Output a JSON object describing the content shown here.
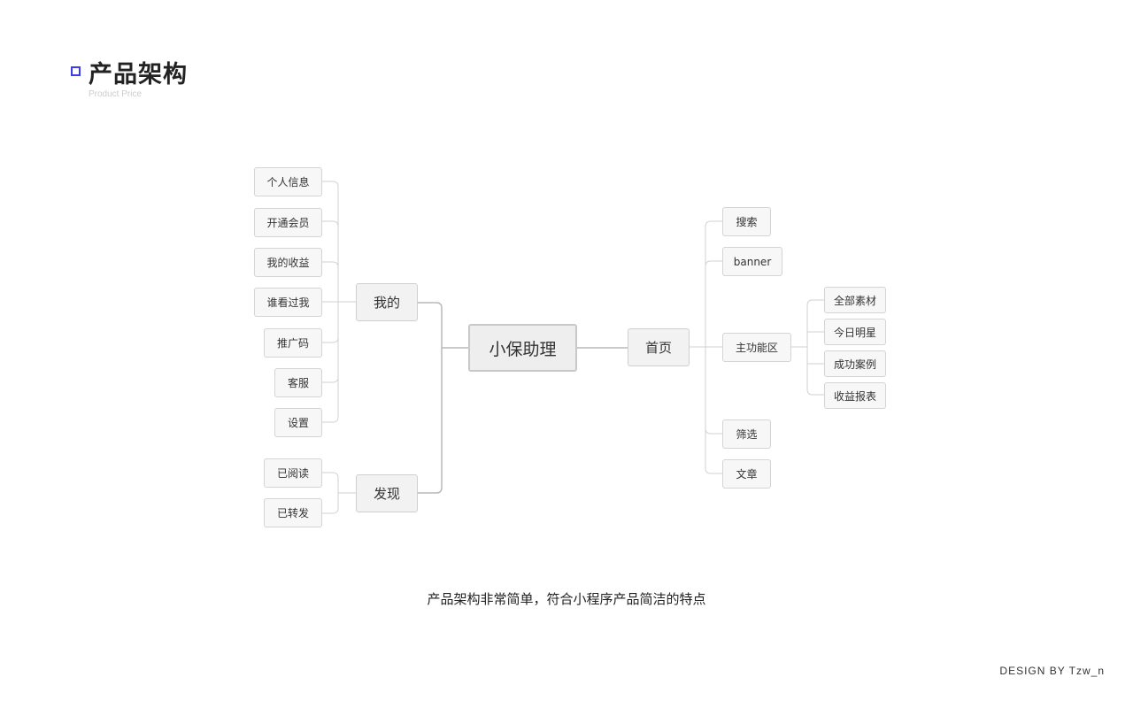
{
  "header": {
    "title": "产品架构",
    "subtitle": "Product Price"
  },
  "diagram": {
    "root": "小保助理",
    "mine": {
      "label": "我的",
      "children": [
        "个人信息",
        "开通会员",
        "我的收益",
        "谁看过我",
        "推广码",
        "客服",
        "设置"
      ]
    },
    "discover": {
      "label": "发现",
      "children": [
        "已阅读",
        "已转发"
      ]
    },
    "home": {
      "label": "首页",
      "children": [
        "搜索",
        "banner",
        "主功能区",
        "筛选",
        "文章"
      ],
      "main_function": [
        "全部素材",
        "今日明星",
        "成功案例",
        "收益报表"
      ]
    }
  },
  "caption": "产品架构非常简单，符合小程序产品简洁的特点",
  "footer": "DESIGN BY Tzw_n",
  "colors": {
    "accent": "#3b3bf0",
    "line": "#c8c8c8"
  }
}
